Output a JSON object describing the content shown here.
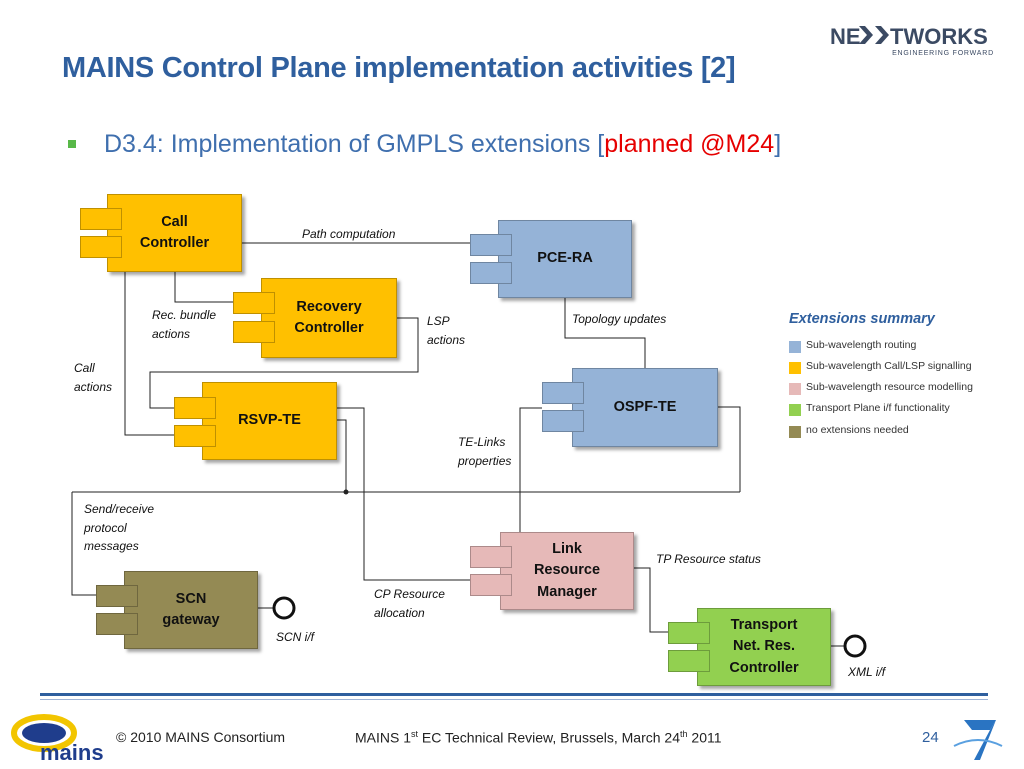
{
  "title": "MAINS Control Plane implementation activities [2]",
  "logo": {
    "text_left": "NE",
    "text_right": "TWORKS",
    "tagline": "ENGINEERING FORWARD"
  },
  "bullet": {
    "prefix": "D3.4: Implementation of GMPLS extensions [",
    "highlight": "planned @M24",
    "suffix": "]"
  },
  "components": {
    "call_controller": "Call\nController",
    "pce_ra": "PCE-RA",
    "recovery_controller": "Recovery\nController",
    "rsvp_te": "RSVP-TE",
    "ospf_te": "OSPF-TE",
    "scn_gateway": "SCN\ngateway",
    "link_resource_manager": "Link\nResource\nManager",
    "tnrc": "Transport\nNet. Res.\nController"
  },
  "labels": {
    "path_computation": "Path computation",
    "rec_bundle": "Rec. bundle\nactions",
    "lsp_actions": "LSP\nactions",
    "topology_updates": "Topology updates",
    "call_actions": "Call\nactions",
    "te_links": "TE-Links\nproperties",
    "send_receive": "Send/receive\nprotocol\nmessages",
    "tp_resource": "TP Resource status",
    "cp_resource": "CP Resource\nallocation",
    "scn_if": "SCN i/f",
    "xml_if": "XML i/f"
  },
  "legend": {
    "title": "Extensions summary",
    "items": [
      {
        "label": "Sub-wavelength routing",
        "color": "#95b3d7"
      },
      {
        "label": "Sub-wavelength Call/LSP signalling",
        "color": "#ffc000"
      },
      {
        "label": "Sub-wavelength resource modelling",
        "color": "#e6b9b8"
      },
      {
        "label": "Transport Plane  i/f  functionality",
        "color": "#92d050"
      },
      {
        "label": "no extensions needed",
        "color": "#948a54"
      }
    ]
  },
  "colors": {
    "routing": "#95b3d7",
    "signalling": "#ffc000",
    "resource": "#e6b9b8",
    "transport": "#92d050",
    "none": "#948a54",
    "title_blue": "#2f5f9e"
  },
  "footer": {
    "copyright": "© 2010 MAINS Consortium",
    "review_pre": "MAINS 1",
    "review_sup1": "st",
    "review_mid": " EC Technical Review, Brussels, March 24",
    "review_sup2": "th",
    "review_post": " 2011",
    "page": "24",
    "mains_logo_text": "mains"
  }
}
